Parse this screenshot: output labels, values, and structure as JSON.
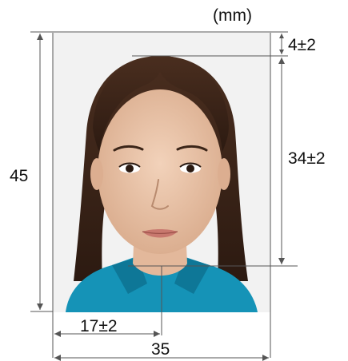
{
  "unit_label": "(mm)",
  "dimensions": {
    "photo_height": "45",
    "photo_width": "35",
    "top_margin": "4±2",
    "head_height": "34±2",
    "center_offset": "17±2"
  },
  "colors": {
    "background": "#f2f2f2",
    "hair": "#3a2519",
    "skin": "#ebc5a9",
    "shirt": "#1593b7",
    "dimension_line": "#555555"
  }
}
